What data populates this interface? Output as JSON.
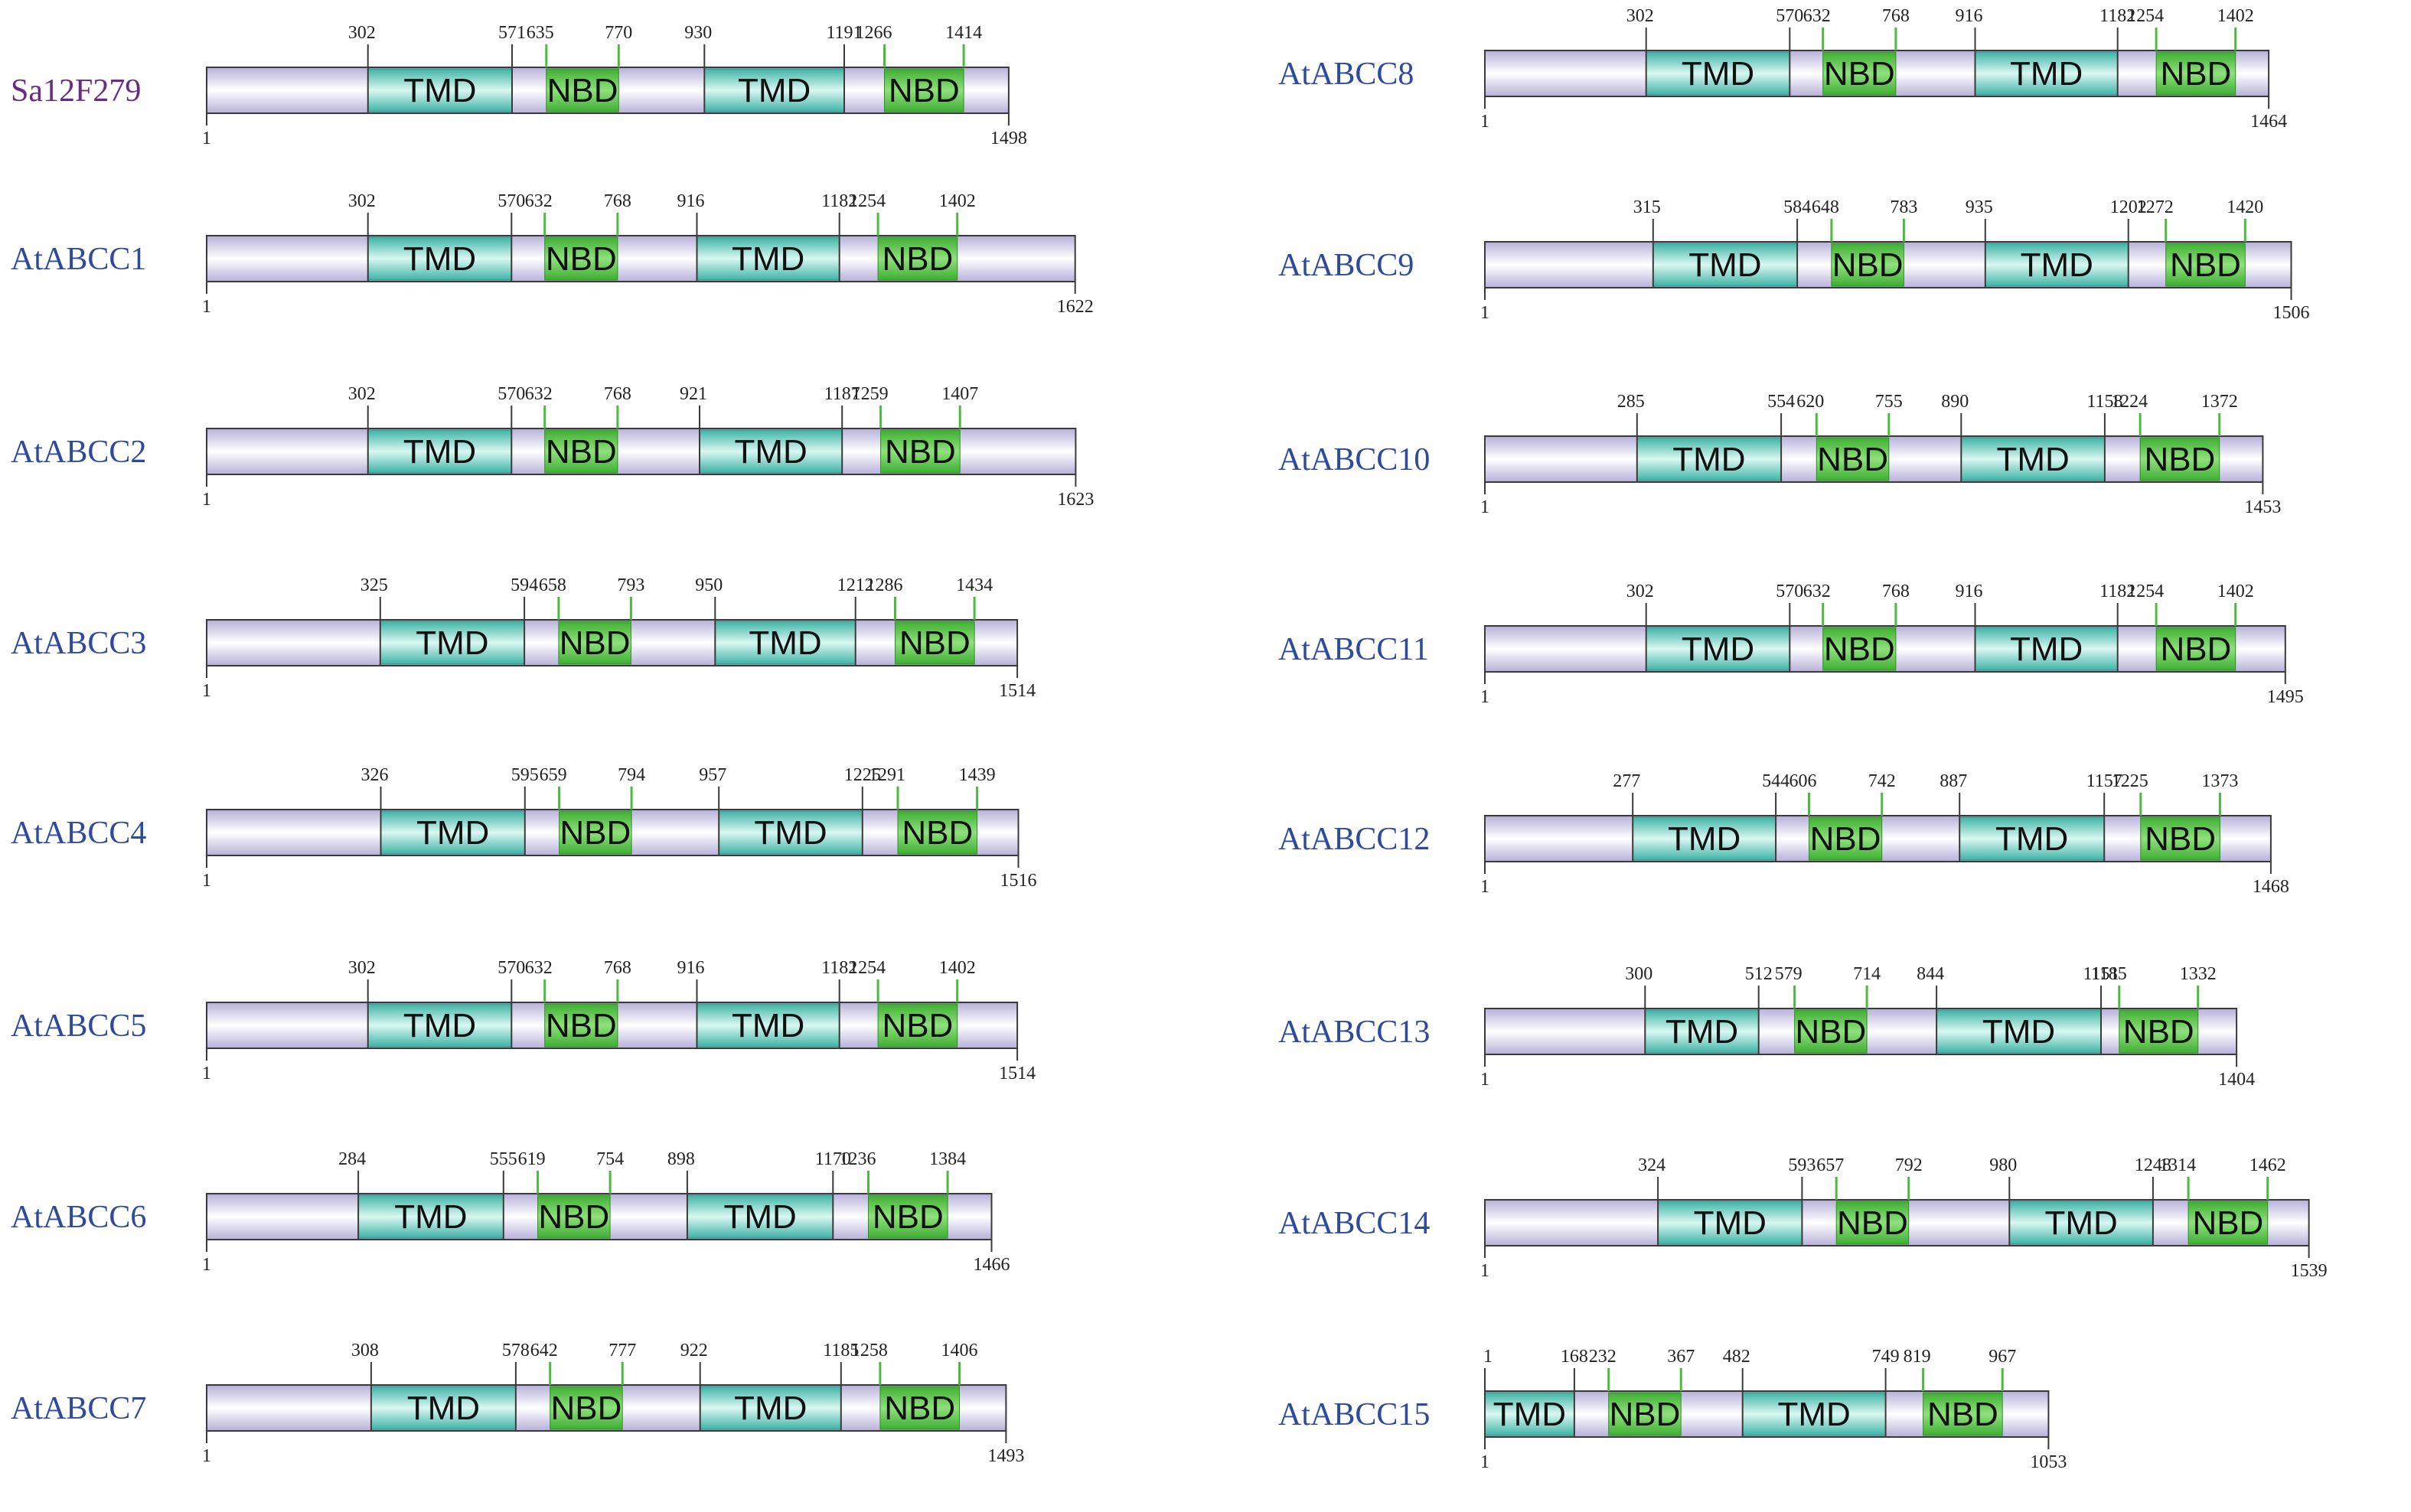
{
  "colors": {
    "backbone_fill": "#dcd6f2",
    "backbone_stroke": "#3a3a3a",
    "tmd_fill": "#4fc3b5",
    "nbd_fill": "#4cba3f",
    "nbd_tick": "#4cba3f",
    "tick_dark": "#3a3a3a",
    "label_query": "#6a2b86",
    "label_ref": "#2e4a9a"
  },
  "legend_terms": {
    "tmd": "TMD",
    "nbd": "NBD"
  },
  "proteins": [
    {
      "name": "Sa12F279",
      "group": "query",
      "start": 1,
      "length": 1498,
      "domains": [
        {
          "type": "TMD",
          "start": 302,
          "end": 571
        },
        {
          "type": "NBD",
          "start": 635,
          "end": 770
        },
        {
          "type": "TMD",
          "start": 930,
          "end": 1191
        },
        {
          "type": "NBD",
          "start": 1266,
          "end": 1414
        }
      ]
    },
    {
      "name": "AtABCC1",
      "group": "ref",
      "start": 1,
      "length": 1622,
      "domains": [
        {
          "type": "TMD",
          "start": 302,
          "end": 570
        },
        {
          "type": "NBD",
          "start": 632,
          "end": 768
        },
        {
          "type": "TMD",
          "start": 916,
          "end": 1182
        },
        {
          "type": "NBD",
          "start": 1254,
          "end": 1402
        }
      ]
    },
    {
      "name": "AtABCC2",
      "group": "ref",
      "start": 1,
      "length": 1623,
      "domains": [
        {
          "type": "TMD",
          "start": 302,
          "end": 570
        },
        {
          "type": "NBD",
          "start": 632,
          "end": 768
        },
        {
          "type": "TMD",
          "start": 921,
          "end": 1187
        },
        {
          "type": "NBD",
          "start": 1259,
          "end": 1407
        }
      ]
    },
    {
      "name": "AtABCC3",
      "group": "ref",
      "start": 1,
      "length": 1514,
      "domains": [
        {
          "type": "TMD",
          "start": 325,
          "end": 594
        },
        {
          "type": "NBD",
          "start": 658,
          "end": 793
        },
        {
          "type": "TMD",
          "start": 950,
          "end": 1212
        },
        {
          "type": "NBD",
          "start": 1286,
          "end": 1434
        }
      ]
    },
    {
      "name": "AtABCC4",
      "group": "ref",
      "start": 1,
      "length": 1516,
      "domains": [
        {
          "type": "TMD",
          "start": 326,
          "end": 595
        },
        {
          "type": "NBD",
          "start": 659,
          "end": 794
        },
        {
          "type": "TMD",
          "start": 957,
          "end": 1225
        },
        {
          "type": "NBD",
          "start": 1291,
          "end": 1439
        }
      ]
    },
    {
      "name": "AtABCC5",
      "group": "ref",
      "start": 1,
      "length": 1514,
      "domains": [
        {
          "type": "TMD",
          "start": 302,
          "end": 570
        },
        {
          "type": "NBD",
          "start": 632,
          "end": 768
        },
        {
          "type": "TMD",
          "start": 916,
          "end": 1182
        },
        {
          "type": "NBD",
          "start": 1254,
          "end": 1402
        }
      ]
    },
    {
      "name": "AtABCC6",
      "group": "ref",
      "start": 1,
      "length": 1466,
      "domains": [
        {
          "type": "TMD",
          "start": 284,
          "end": 555
        },
        {
          "type": "NBD",
          "start": 619,
          "end": 754
        },
        {
          "type": "TMD",
          "start": 898,
          "end": 1170
        },
        {
          "type": "NBD",
          "start": 1236,
          "end": 1384
        }
      ]
    },
    {
      "name": "AtABCC7",
      "group": "ref",
      "start": 1,
      "length": 1493,
      "domains": [
        {
          "type": "TMD",
          "start": 308,
          "end": 578
        },
        {
          "type": "NBD",
          "start": 642,
          "end": 777
        },
        {
          "type": "TMD",
          "start": 922,
          "end": 1185
        },
        {
          "type": "NBD",
          "start": 1258,
          "end": 1406
        }
      ]
    },
    {
      "name": "AtABCC8",
      "group": "ref",
      "start": 1,
      "length": 1464,
      "domains": [
        {
          "type": "TMD",
          "start": 302,
          "end": 570
        },
        {
          "type": "NBD",
          "start": 632,
          "end": 768
        },
        {
          "type": "TMD",
          "start": 916,
          "end": 1182
        },
        {
          "type": "NBD",
          "start": 1254,
          "end": 1402
        }
      ]
    },
    {
      "name": "AtABCC9",
      "group": "ref",
      "start": 1,
      "length": 1506,
      "domains": [
        {
          "type": "TMD",
          "start": 315,
          "end": 584
        },
        {
          "type": "NBD",
          "start": 648,
          "end": 783
        },
        {
          "type": "TMD",
          "start": 935,
          "end": 1202
        },
        {
          "type": "NBD",
          "start": 1272,
          "end": 1420
        }
      ]
    },
    {
      "name": "AtABCC10",
      "group": "ref",
      "start": 1,
      "length": 1453,
      "domains": [
        {
          "type": "TMD",
          "start": 285,
          "end": 554
        },
        {
          "type": "NBD",
          "start": 620,
          "end": 755
        },
        {
          "type": "TMD",
          "start": 890,
          "end": 1158
        },
        {
          "type": "NBD",
          "start": 1224,
          "end": 1372
        }
      ]
    },
    {
      "name": "AtABCC11",
      "group": "ref",
      "start": 1,
      "length": 1495,
      "domains": [
        {
          "type": "TMD",
          "start": 302,
          "end": 570
        },
        {
          "type": "NBD",
          "start": 632,
          "end": 768
        },
        {
          "type": "TMD",
          "start": 916,
          "end": 1182
        },
        {
          "type": "NBD",
          "start": 1254,
          "end": 1402
        }
      ]
    },
    {
      "name": "AtABCC12",
      "group": "ref",
      "start": 1,
      "length": 1468,
      "domains": [
        {
          "type": "TMD",
          "start": 277,
          "end": 544
        },
        {
          "type": "NBD",
          "start": 606,
          "end": 742
        },
        {
          "type": "TMD",
          "start": 887,
          "end": 1157
        },
        {
          "type": "NBD",
          "start": 1225,
          "end": 1373
        }
      ]
    },
    {
      "name": "AtABCC13",
      "group": "ref",
      "start": 1,
      "length": 1404,
      "domains": [
        {
          "type": "TMD",
          "start": 300,
          "end": 512
        },
        {
          "type": "NBD",
          "start": 579,
          "end": 714
        },
        {
          "type": "TMD",
          "start": 844,
          "end": 1151
        },
        {
          "type": "NBD",
          "start": 1185,
          "end": 1332
        }
      ]
    },
    {
      "name": "AtABCC14",
      "group": "ref",
      "start": 1,
      "length": 1539,
      "domains": [
        {
          "type": "TMD",
          "start": 324,
          "end": 593
        },
        {
          "type": "NBD",
          "start": 657,
          "end": 792
        },
        {
          "type": "TMD",
          "start": 980,
          "end": 1248
        },
        {
          "type": "NBD",
          "start": 1314,
          "end": 1462
        }
      ]
    },
    {
      "name": "AtABCC15",
      "group": "ref",
      "start": 1,
      "length": 1053,
      "show_start_above": true,
      "domains": [
        {
          "type": "TMD",
          "start": 1,
          "end": 168
        },
        {
          "type": "NBD",
          "start": 232,
          "end": 367
        },
        {
          "type": "TMD",
          "start": 482,
          "end": 749
        },
        {
          "type": "NBD",
          "start": 819,
          "end": 967
        }
      ]
    }
  ]
}
